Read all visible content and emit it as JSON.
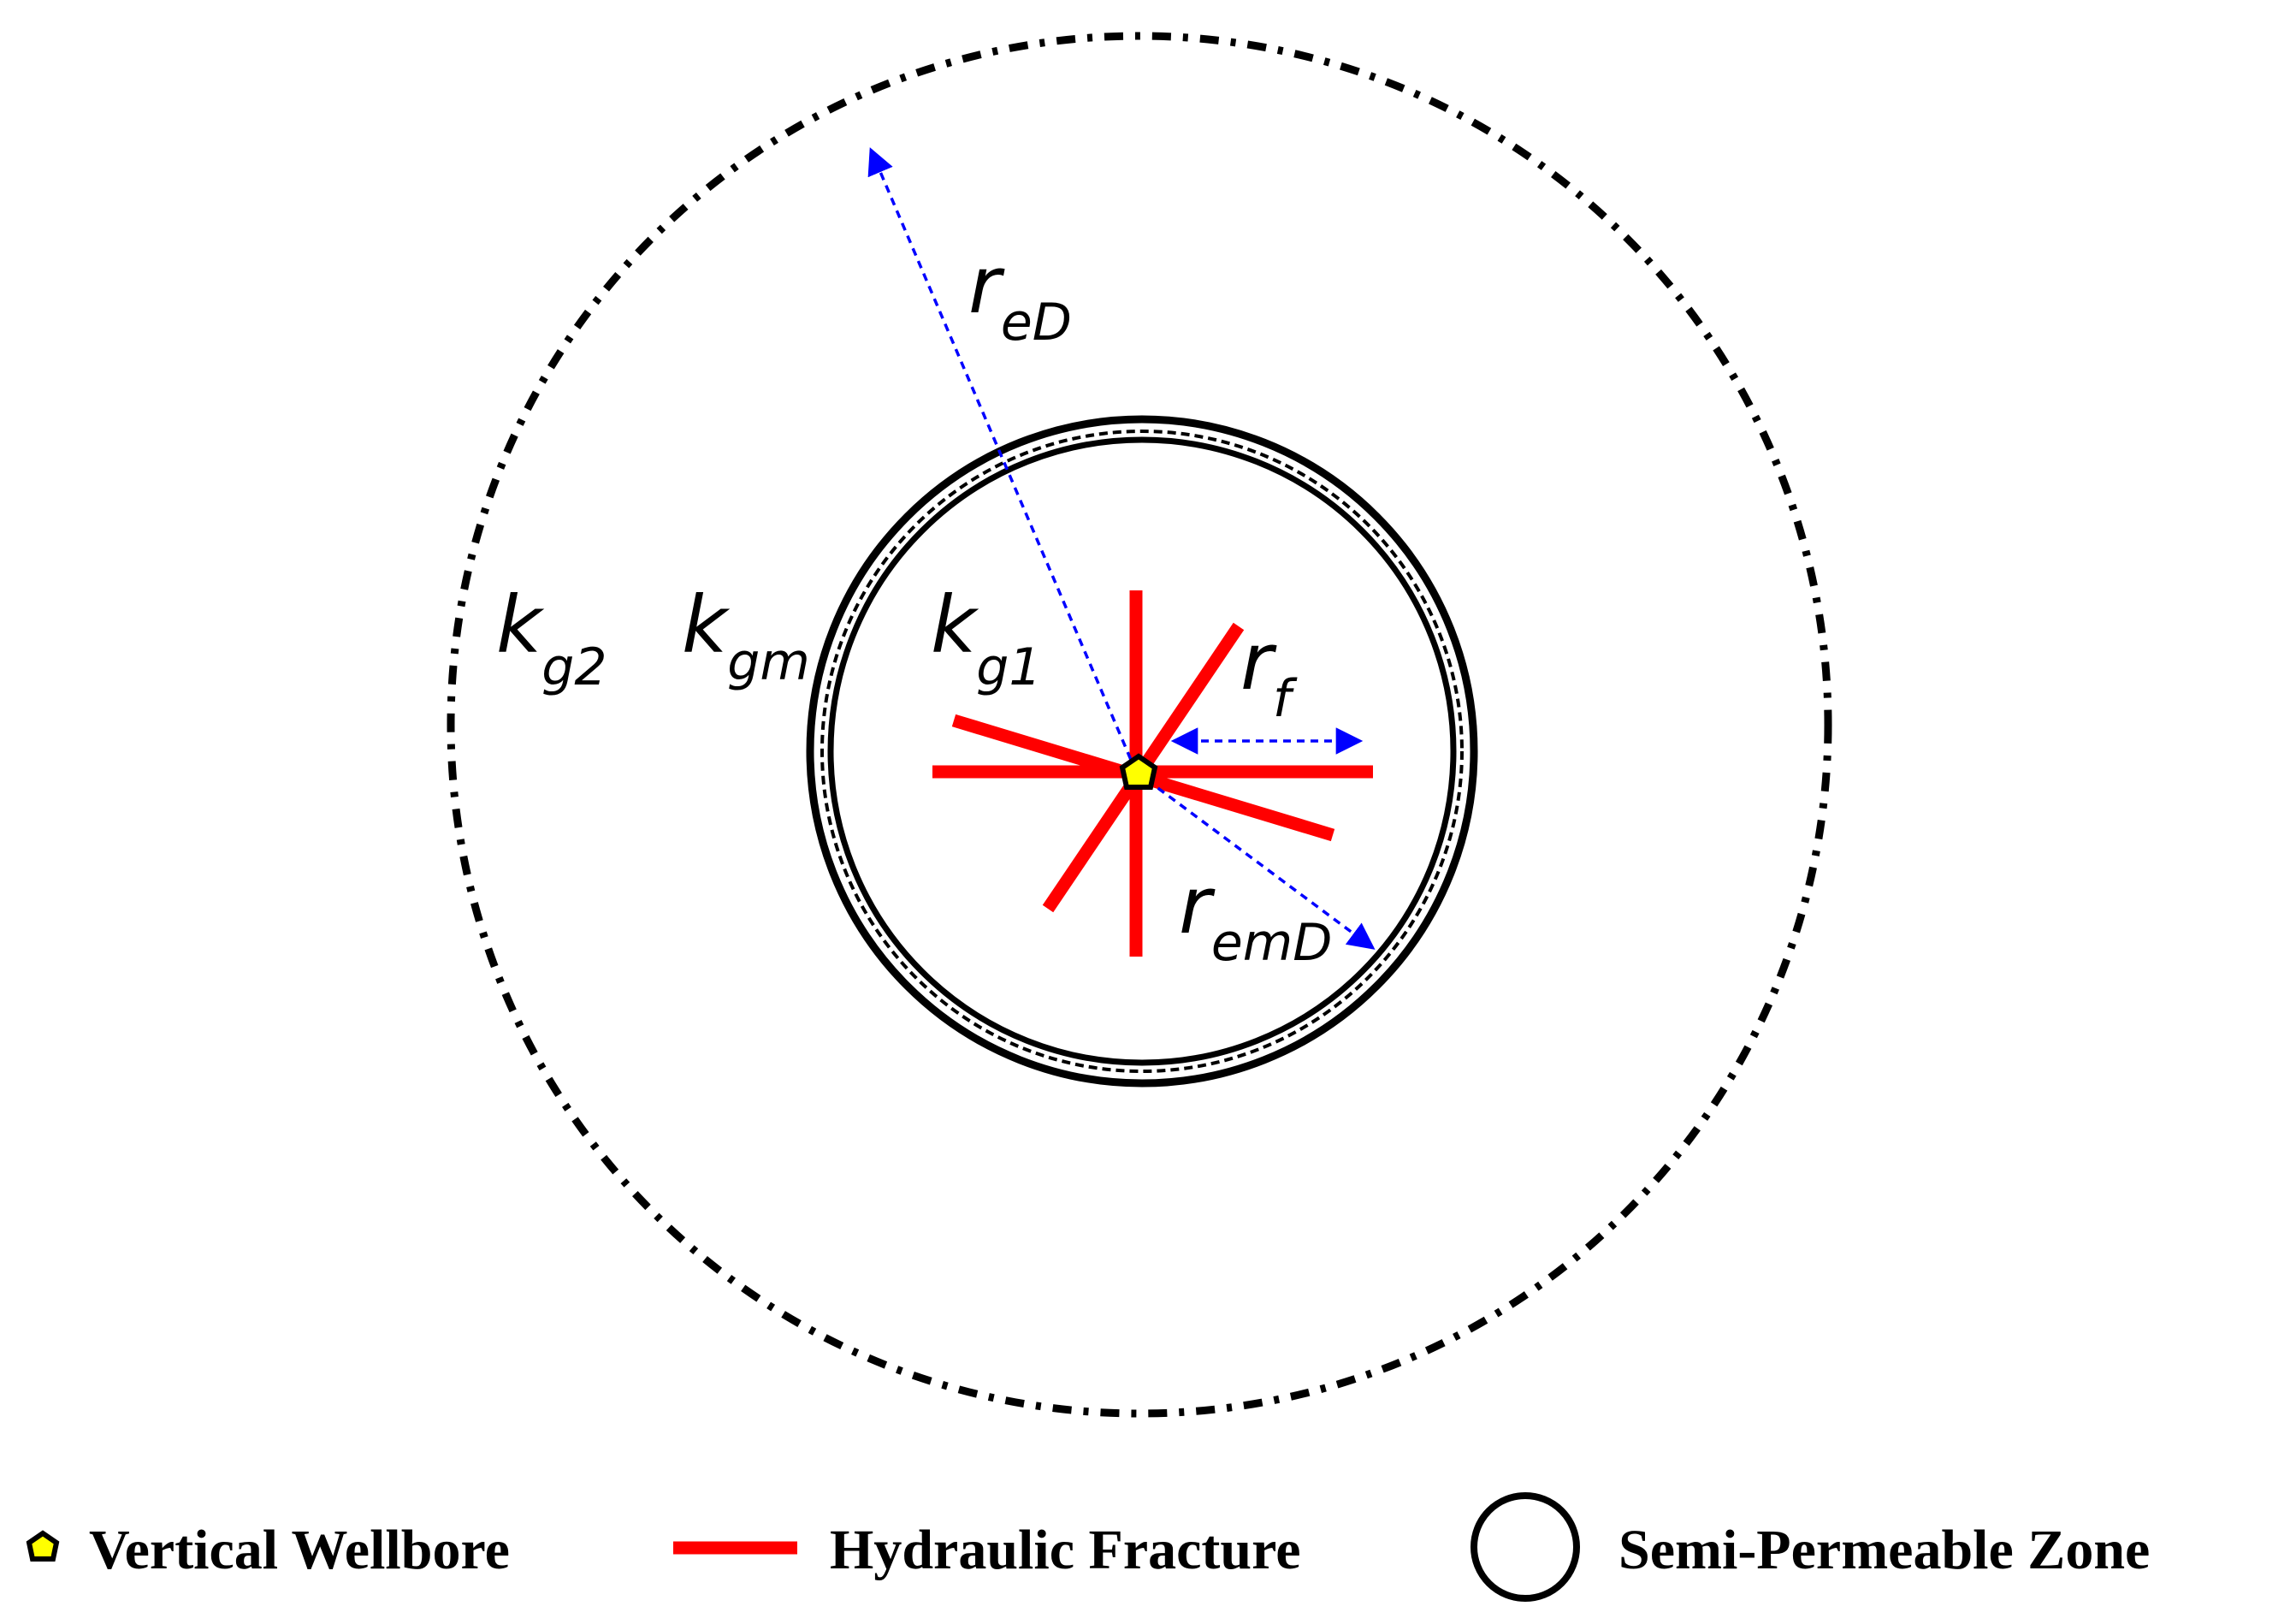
{
  "labels": {
    "reD": {
      "main": "r",
      "sub": "eD"
    },
    "kg2": {
      "main": "k",
      "sub": "g2"
    },
    "kgm": {
      "main": "k",
      "sub": "gm"
    },
    "kg1": {
      "main": "k",
      "sub": "g1"
    },
    "rf": {
      "main": "r",
      "sub": "f"
    },
    "remD": {
      "main": "r",
      "sub": "emD"
    }
  },
  "legend": [
    {
      "id": "wellbore",
      "label": "Vertical Wellbore",
      "icon": "wellbore-icon"
    },
    {
      "id": "fracture",
      "label": "Hydraulic Fracture",
      "icon": "fracture-line-icon"
    },
    {
      "id": "zone",
      "label": "Semi-Permeable Zone",
      "icon": "circle-icon"
    }
  ],
  "colors": {
    "fracture": "#ff0000",
    "arrow": "#0000ff",
    "wellbore_fill": "#ffff00",
    "outline": "#000000"
  }
}
